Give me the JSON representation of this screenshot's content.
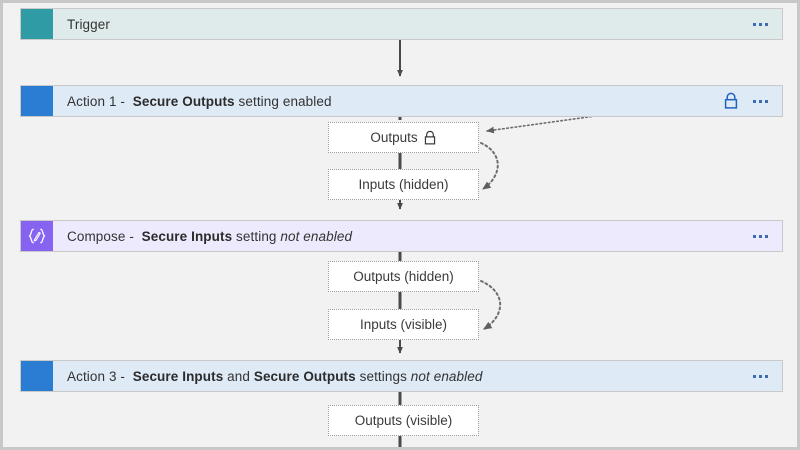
{
  "diagram": {
    "title": "Secure inputs and outputs workflow diagram",
    "colors": {
      "trigger_accent": "#2f9ba5",
      "trigger_bg": "#dfebeb",
      "action_accent": "#2b7cd3",
      "action_bg": "#dfeaf7",
      "compose_accent": "#8763f2",
      "compose_bg": "#eeeafd",
      "canvas_bg": "#f2f2f2",
      "connector": "#4a4a4a",
      "dotted_arrow": "#6e6e6e",
      "lock_blue": "#1f62bf",
      "lock_dark": "#3a3a3a",
      "ellipsis_dot": "#3b6bb5"
    },
    "nodes": [
      {
        "id": "trigger",
        "kind": "trigger",
        "icon": "trigger-square-icon",
        "icon_glyph": "",
        "label_plain": "Trigger",
        "label_html": "Trigger",
        "has_lock": false,
        "has_ellipsis": true
      },
      {
        "id": "action-1",
        "kind": "action",
        "icon": "action-square-icon",
        "icon_glyph": "",
        "label_plain": "Action 1 -  Secure Outputs setting enabled",
        "label_html": "Action 1 - &nbsp;<b>Secure Outputs</b> setting enabled",
        "has_lock": true,
        "has_ellipsis": true
      },
      {
        "id": "compose",
        "kind": "compose",
        "icon": "compose-braces-icon",
        "icon_glyph": "{✐}",
        "label_plain": "Compose -  Secure Inputs setting not enabled",
        "label_html": "Compose - &nbsp;<b>Secure Inputs</b> setting <i>not enabled</i>",
        "has_lock": false,
        "has_ellipsis": true
      },
      {
        "id": "action-3",
        "kind": "action",
        "icon": "action-square-icon",
        "icon_glyph": "",
        "label_plain": "Action 3 -  Secure Inputs and Secure Outputs settings not enabled",
        "label_html": "Action 3 - &nbsp;<b>Secure Inputs</b> and <b>Secure Outputs</b> settings <i>not enabled</i>",
        "has_lock": false,
        "has_ellipsis": true
      }
    ],
    "data_boxes": [
      {
        "id": "outputs-secured",
        "text": "Outputs",
        "lock": true
      },
      {
        "id": "inputs-hidden",
        "text": "Inputs (hidden)",
        "lock": false
      },
      {
        "id": "outputs-hidden",
        "text": "Outputs (hidden)",
        "lock": false
      },
      {
        "id": "inputs-visible",
        "text": "Inputs (visible)",
        "lock": false
      },
      {
        "id": "outputs-visible",
        "text": "Outputs (visible)",
        "lock": false
      }
    ]
  }
}
